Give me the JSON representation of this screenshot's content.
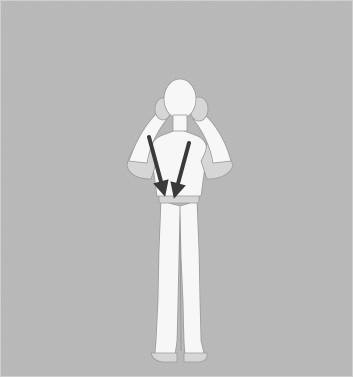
{
  "illustration": {
    "subject": "standing-figure-hands-behind-head",
    "colors": {
      "background": "#b8b8b8",
      "figure": "#f7f7f7",
      "shading": "#d6d6d6",
      "outline": "#9a9a9a",
      "arrow": "#3a3a3a"
    },
    "arrows": [
      {
        "direction": "down"
      },
      {
        "direction": "down"
      }
    ]
  }
}
